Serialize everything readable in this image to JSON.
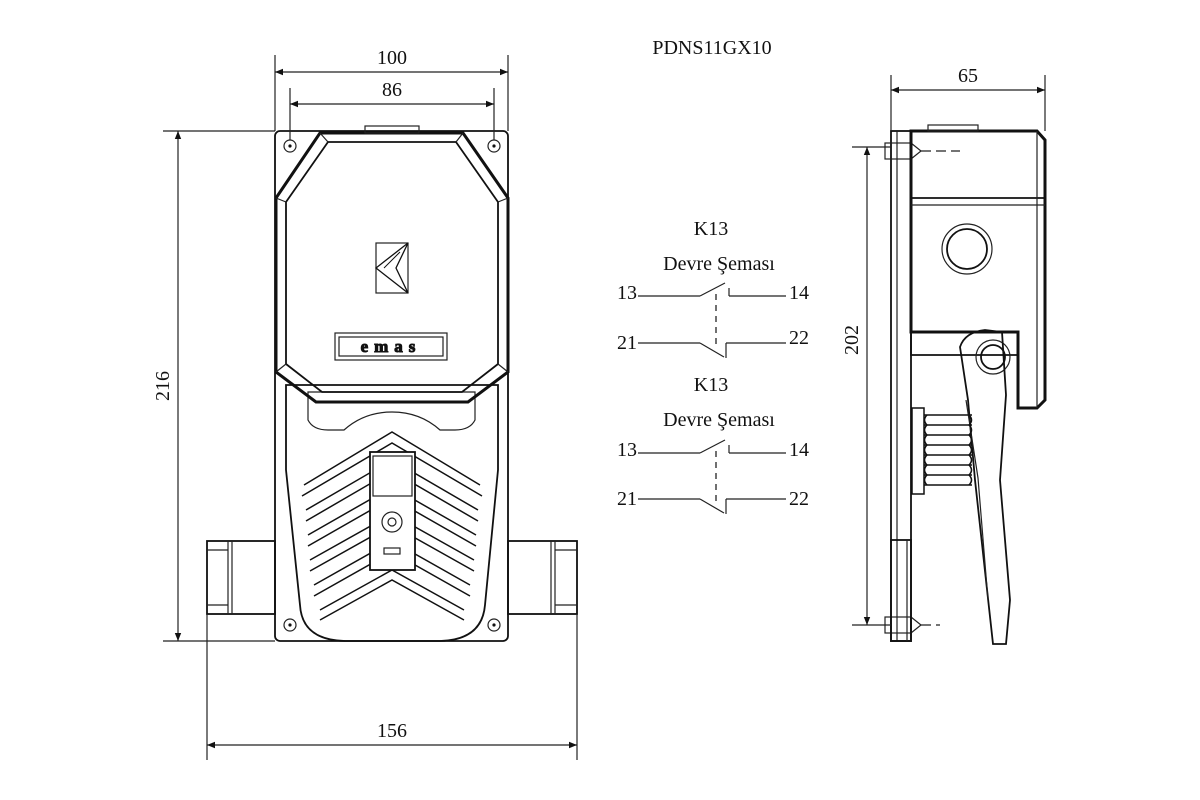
{
  "model": "PDNS11GX10",
  "dimensions": {
    "overall_width": "100",
    "hole_spacing": "86",
    "height": "216",
    "conduit_width": "156",
    "side_width": "65",
    "side_height": "202"
  },
  "logo": {
    "text": "emas"
  },
  "circuits": [
    {
      "title": "K13",
      "subtitle": "Devre Şeması",
      "no_left": "13",
      "no_right": "14",
      "nc_left": "21",
      "nc_right": "22"
    },
    {
      "title": "K13",
      "subtitle": "Devre Şeması",
      "no_left": "13",
      "no_right": "14",
      "nc_left": "21",
      "nc_right": "22"
    }
  ]
}
